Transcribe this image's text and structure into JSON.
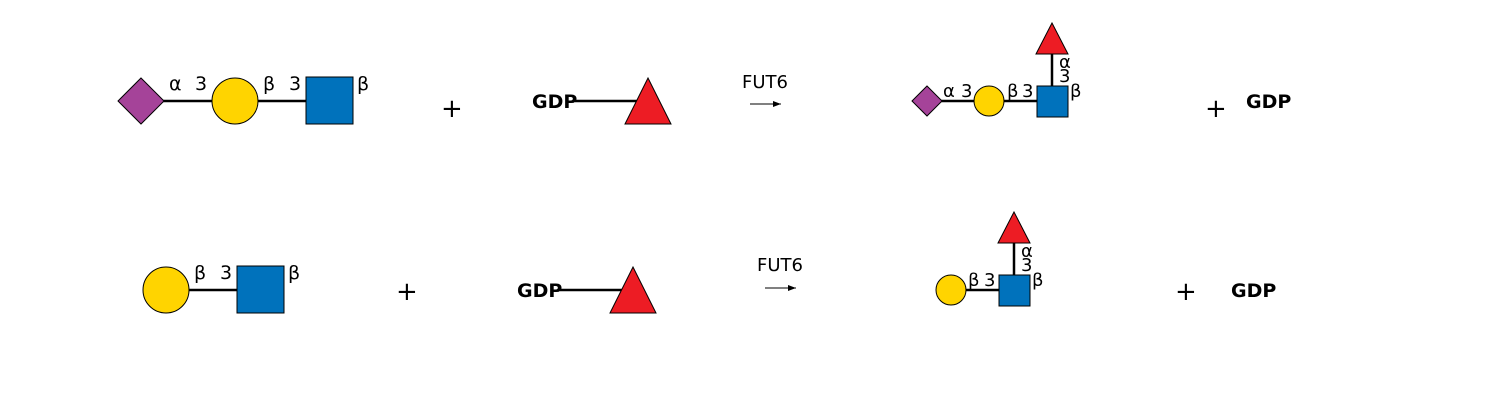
{
  "colors": {
    "neuac_diamond": "#A54399",
    "gal_circle": "#FFD400",
    "glcnac_square": "#0072BC",
    "fuc_triangle": "#ED1C24",
    "link": "#000000"
  },
  "symbols": {
    "diamond": "neuac-diamond",
    "circle": "gal-circle",
    "square": "glcnac-square",
    "triangle": "fucose-triangle"
  },
  "reactions": [
    {
      "substrate": {
        "link1_anomer": "α",
        "link1_pos": "3",
        "link2_anomer": "β",
        "link2_pos": "3",
        "reducing_anomer": "β"
      },
      "plus1": "+",
      "donor": {
        "label": "GDP"
      },
      "enzyme": "FUT6",
      "product": {
        "link1_anomer": "α",
        "link1_pos": "3",
        "link2_anomer": "β",
        "link2_pos": "3",
        "reducing_anomer": "β",
        "fuc_anomer": "α",
        "fuc_pos": "3"
      },
      "plus2": "+",
      "byproduct": "GDP"
    },
    {
      "substrate": {
        "link2_anomer": "β",
        "link2_pos": "3",
        "reducing_anomer": "β"
      },
      "plus1": "+",
      "donor": {
        "label": "GDP"
      },
      "enzyme": "FUT6",
      "product": {
        "link2_anomer": "β",
        "link2_pos": "3",
        "reducing_anomer": "β",
        "fuc_anomer": "α",
        "fuc_pos": "3"
      },
      "plus2": "+",
      "byproduct": "GDP"
    }
  ]
}
